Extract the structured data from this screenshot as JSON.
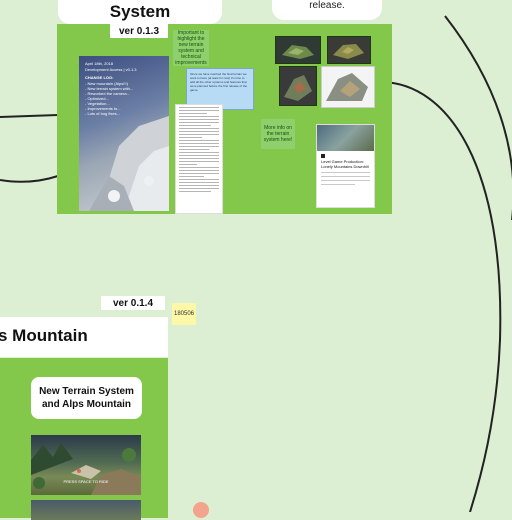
{
  "section_top": {
    "title": "System",
    "version": "ver 0.1.3",
    "release_label": "release.",
    "sticky_note": "Important to highlight the new terrain system and technical improvements",
    "changelog": {
      "date": "April 18th, 2018",
      "subtitle": "Development Access | v0.1.3",
      "heading": "CHANGE LOG:",
      "items": [
        "- New mountain (Alps!!!)",
        "- New terrain system with...",
        "- Reworked the camera...",
        "- Optimized...",
        "- Vegetation...",
        "- Improvements to...",
        "- Lots of bug fixes..."
      ]
    },
    "info_note": "Since we have reached the final terrain we want to have (at least for now) it's time to add all the other systems and features that were planned before the first release of the game.",
    "terrain_note": "More info on the terrain system here!",
    "article": {
      "title": "Level Game Production: Lonely Mountains Downhill"
    }
  },
  "section_bottom": {
    "version": "ver 0.1.4",
    "date_note": "180506",
    "title": "s Mountain",
    "inner_card": "New Terrain System and Alps Mountain",
    "screenshot_caption": "PRESS  SPACE TO RIDE"
  },
  "colors": {
    "background": "#dcefd3",
    "board": "#83c84a",
    "sticky": "#8ed16c",
    "yellow_note": "#fdf7a8"
  }
}
